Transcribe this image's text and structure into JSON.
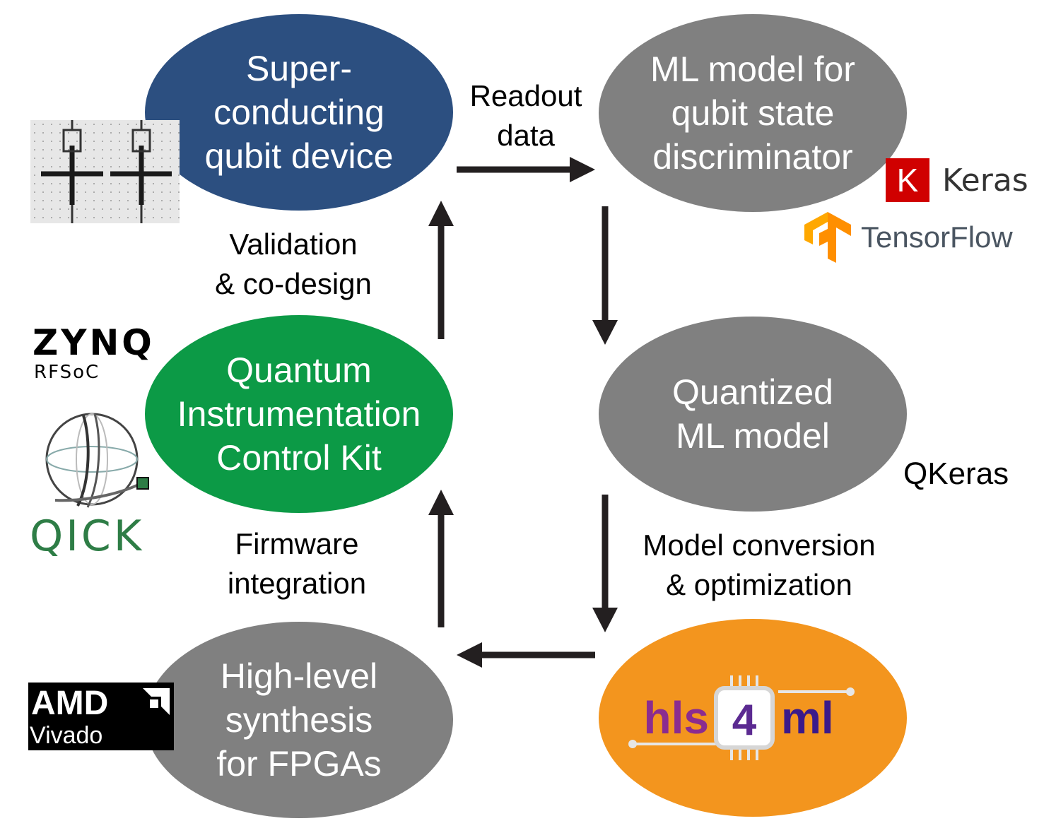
{
  "colors": {
    "qubit_node": "#2c4f80",
    "qick_node": "#0c9a46",
    "gray_node": "#808080",
    "hls4ml_node": "#f3951e",
    "arrow": "#231f20",
    "keras_red": "#d00000",
    "tensorflow_orange": "#ff8f00",
    "tensorflow_text": "#4a5561",
    "qick_green": "#2e7d46",
    "hls_purple": "#8b2c8f",
    "hls_blue": "#3a1a8a"
  },
  "nodes": {
    "qubit": {
      "lines": [
        "Super-",
        "conducting",
        "qubit device"
      ]
    },
    "ml_model": {
      "lines": [
        "ML model for",
        "qubit state",
        "discriminator"
      ]
    },
    "quantized": {
      "lines": [
        "Quantized",
        "ML model"
      ]
    },
    "hls4ml": {
      "logo_left": "hls",
      "logo_chip": "4",
      "logo_right": "ml"
    },
    "hls_fpga": {
      "lines": [
        "High-level",
        "synthesis",
        "for FPGAs"
      ]
    },
    "qick": {
      "lines": [
        "Quantum",
        "Instrumentation",
        "Control Kit"
      ]
    }
  },
  "edges": {
    "readout": {
      "lines": [
        "Readout",
        "data"
      ]
    },
    "conversion": {
      "lines": [
        "Model conversion",
        "& optimization"
      ]
    },
    "firmware": {
      "lines": [
        "Firmware",
        "integration"
      ]
    },
    "validation": {
      "lines": [
        "Validation",
        "& co-design"
      ]
    }
  },
  "logos": {
    "keras": {
      "badge": "K",
      "text": "Keras"
    },
    "tensorflow": {
      "text": "TensorFlow"
    },
    "qkeras": {
      "text": "QKeras"
    },
    "zynq": {
      "text": "ZYNQ",
      "sub": "RFSoC"
    },
    "qick": {
      "text": "QICK"
    },
    "amd": {
      "text": "AMD",
      "sub": "Vivado"
    }
  }
}
